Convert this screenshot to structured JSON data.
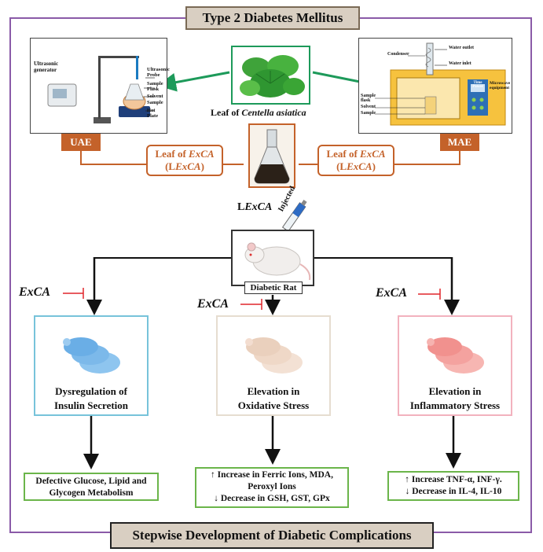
{
  "title": "Type 2 Diabetes Mellitus",
  "footer": "Stepwise Development of Diabetic Complications",
  "colors": {
    "frame": "#8a5aa8",
    "accent_orange": "#c4622a",
    "green": "#1d9a5a",
    "box_green": "#6bb54a"
  },
  "uae": {
    "tag": "UAE",
    "labels": {
      "generator": "Ultrasonic generator",
      "probe": "Ultrasonic Probe",
      "sample_flask": "Sample Flask",
      "solvent": "Solvent",
      "sample": "Sample",
      "hot_plate": "Hot Plate"
    }
  },
  "mae": {
    "tag": "MAE",
    "labels": {
      "condenser": "Condenser",
      "water_outlet": "Water outlet",
      "water_inlet": "Water inlet",
      "sample_flask": "Sample flask",
      "solvent": "Solvent",
      "sample": "Sample",
      "time_power": "Time Power",
      "microwave": "Microwave equipment"
    }
  },
  "leaf": {
    "caption_prefix": "Leaf of ",
    "caption_species": "Centella asiatica"
  },
  "leaf_tag_left": {
    "line1_prefix": "Leaf of ",
    "line1_em": "ExCA",
    "line2_open": "(L",
    "line2_em": "ExCA",
    "line2_close": ")"
  },
  "leaf_tag_right": {
    "line1_prefix": "Leaf of ",
    "line1_em": "ExCA",
    "line2_open": "(L",
    "line2_em": "ExCA",
    "line2_close": ")"
  },
  "extract_label": {
    "prefix": "L",
    "em": "ExCA"
  },
  "injected": "Injected",
  "rat_label": "Diabetic Rat",
  "inhibitor": "ExCA",
  "panels": [
    {
      "line1": "Dysregulation of",
      "line2": "Insulin Secretion"
    },
    {
      "line1": "Elevation in",
      "line2": "Oxidative Stress"
    },
    {
      "line1": "Elevation in",
      "line2": "Inflammatory Stress"
    }
  ],
  "outcomes": [
    {
      "line1": "Defective Glucose, Lipid and",
      "line2": "Glycogen Metabolism"
    },
    {
      "line1": "↑ Increase in Ferric Ions, MDA,",
      "line2": "Peroxyl Ions",
      "line3": "↓ Decrease in GSH, GST, GPx"
    },
    {
      "line1": "↑ Increase TNF-α, INF-γ.",
      "line2": "↓ Decrease in IL-4, IL-10"
    }
  ]
}
